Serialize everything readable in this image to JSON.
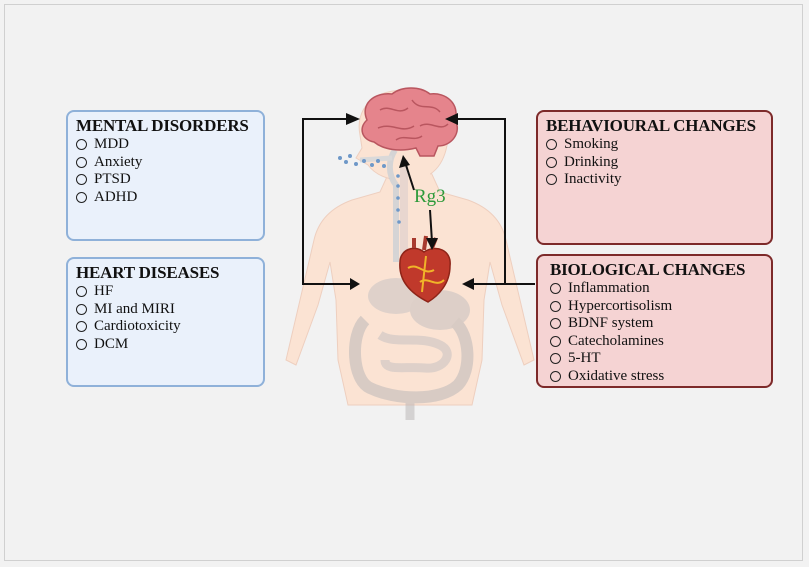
{
  "boxes": {
    "mental": {
      "title": "MENTAL DISORDERS",
      "items": [
        "MDD",
        "Anxiety",
        "PTSD",
        "ADHD"
      ]
    },
    "heart": {
      "title": "HEART DISEASES",
      "items": [
        "HF",
        "MI and MIRI",
        "Cardiotoxicity",
        "DCM"
      ]
    },
    "behavioural": {
      "title": "BEHAVIOURAL CHANGES",
      "items": [
        "Smoking",
        "Drinking",
        "Inactivity"
      ]
    },
    "biological": {
      "title": "BIOLOGICAL CHANGES",
      "items": [
        "Inflammation",
        "Hypercortisolism",
        "BDNF system",
        "Catecholamines",
        "5-HT",
        "Oxidative stress"
      ]
    }
  },
  "center": {
    "label": "Rg3"
  },
  "colors": {
    "blue_box": "#eaf1fb",
    "blue_border": "#8fb1d9",
    "red_box": "#f5d3d3",
    "red_border": "#7d2a2a",
    "rg3": "#2d9a3a",
    "brain": "#e5848c",
    "heart": "#c0392b"
  }
}
